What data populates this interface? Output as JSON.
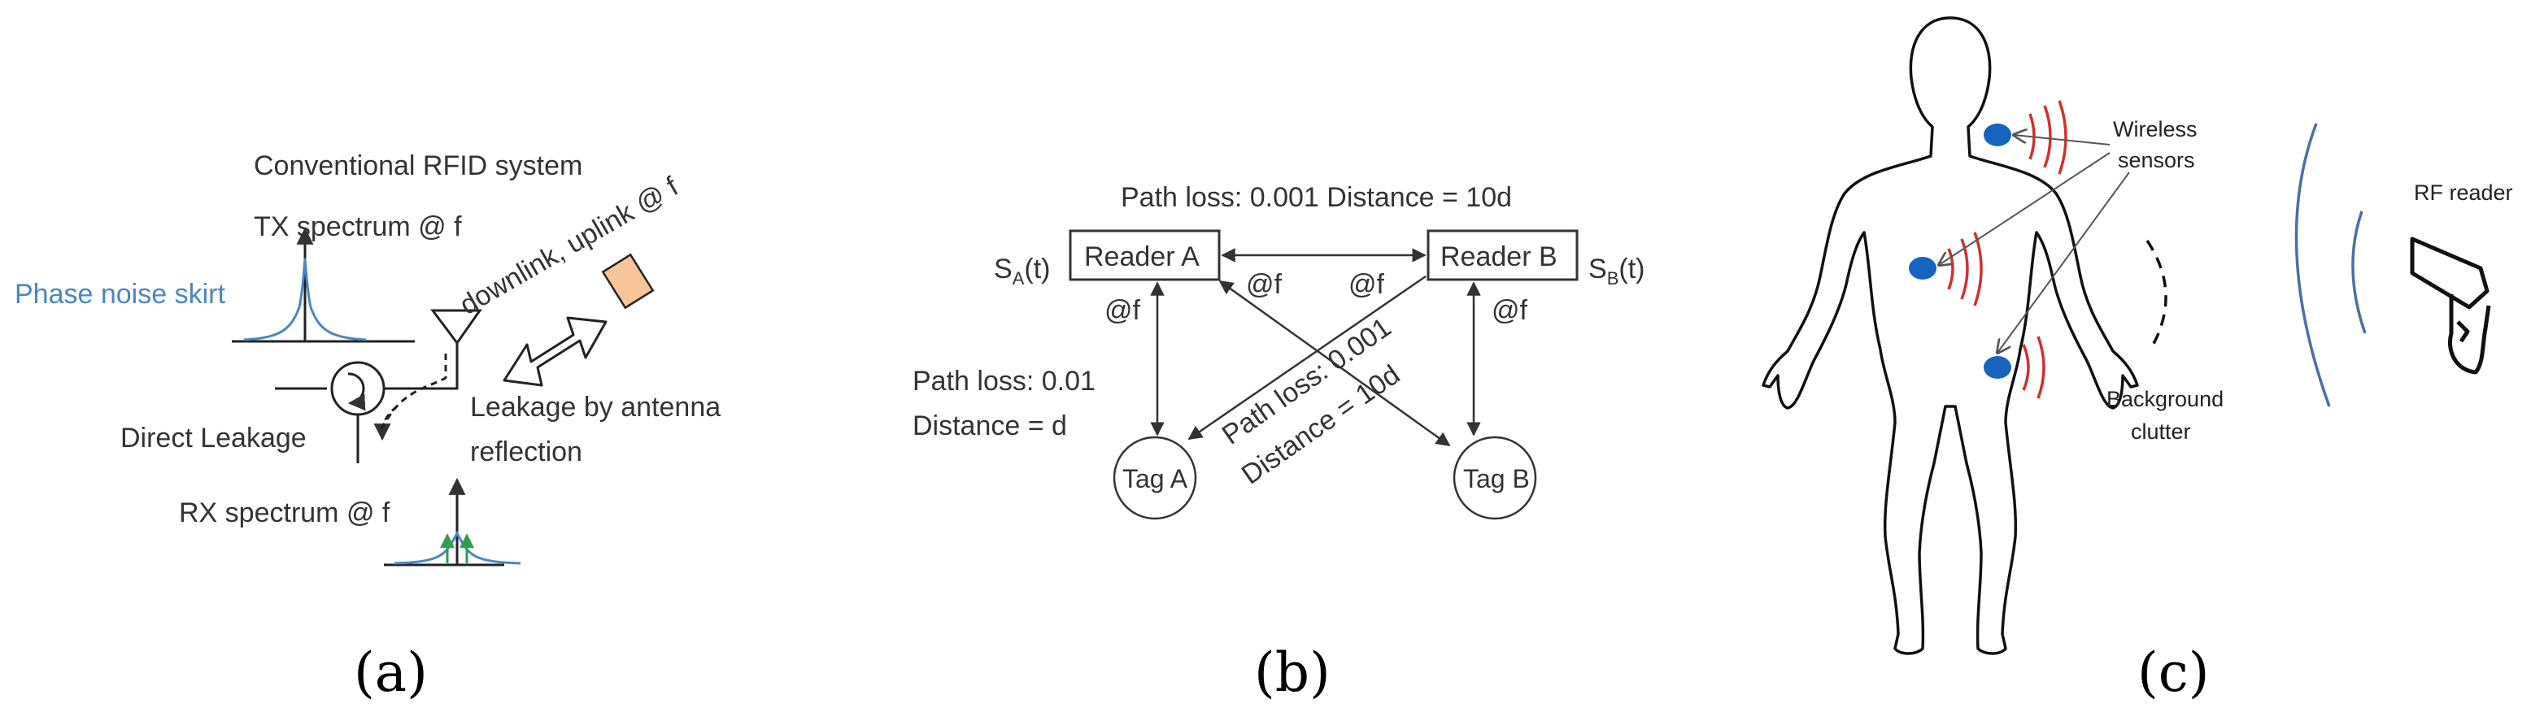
{
  "panel_a": {
    "title": "Conventional RFID system",
    "tx_spectrum": "TX spectrum @ f",
    "phase_noise": "Phase noise skirt",
    "link_label": "downlink, uplink @ f",
    "leakage_antenna": "Leakage by antenna",
    "reflection": "reflection",
    "direct_leakage": "Direct Leakage",
    "rx_spectrum": "RX spectrum @ f",
    "colors": {
      "skirt": "#4a86c5",
      "tag": "#f8c49a",
      "rx_arrows": "#2e9e4c"
    },
    "caption": "(a)"
  },
  "panel_b": {
    "top_label": "Path loss: 0.001 Distance = 10d",
    "reader_a": "Reader A",
    "reader_b": "Reader B",
    "sa_sym": "S",
    "sa_sub": "A",
    "sb_sym": "S",
    "sb_sub": "B",
    "t_suffix": "(t)",
    "freq_label": "@f",
    "left_path_loss": "Path loss: 0.01",
    "left_distance": "Distance = d",
    "cross_path_loss": "Path loss: 0.001",
    "cross_distance": "Distance = 10d",
    "tag_a": "Tag A",
    "tag_b": "Tag B",
    "caption": "(b)"
  },
  "panel_c": {
    "wireless_line1": "Wireless",
    "wireless_line2": "sensors",
    "background_line1": "Background",
    "background_line2": "clutter",
    "rf_reader": "RF reader",
    "colors": {
      "sensor": "#1565c0",
      "wave": "#d32f2f",
      "reader_wave": "#4a6fa5"
    },
    "caption": "(c)"
  }
}
